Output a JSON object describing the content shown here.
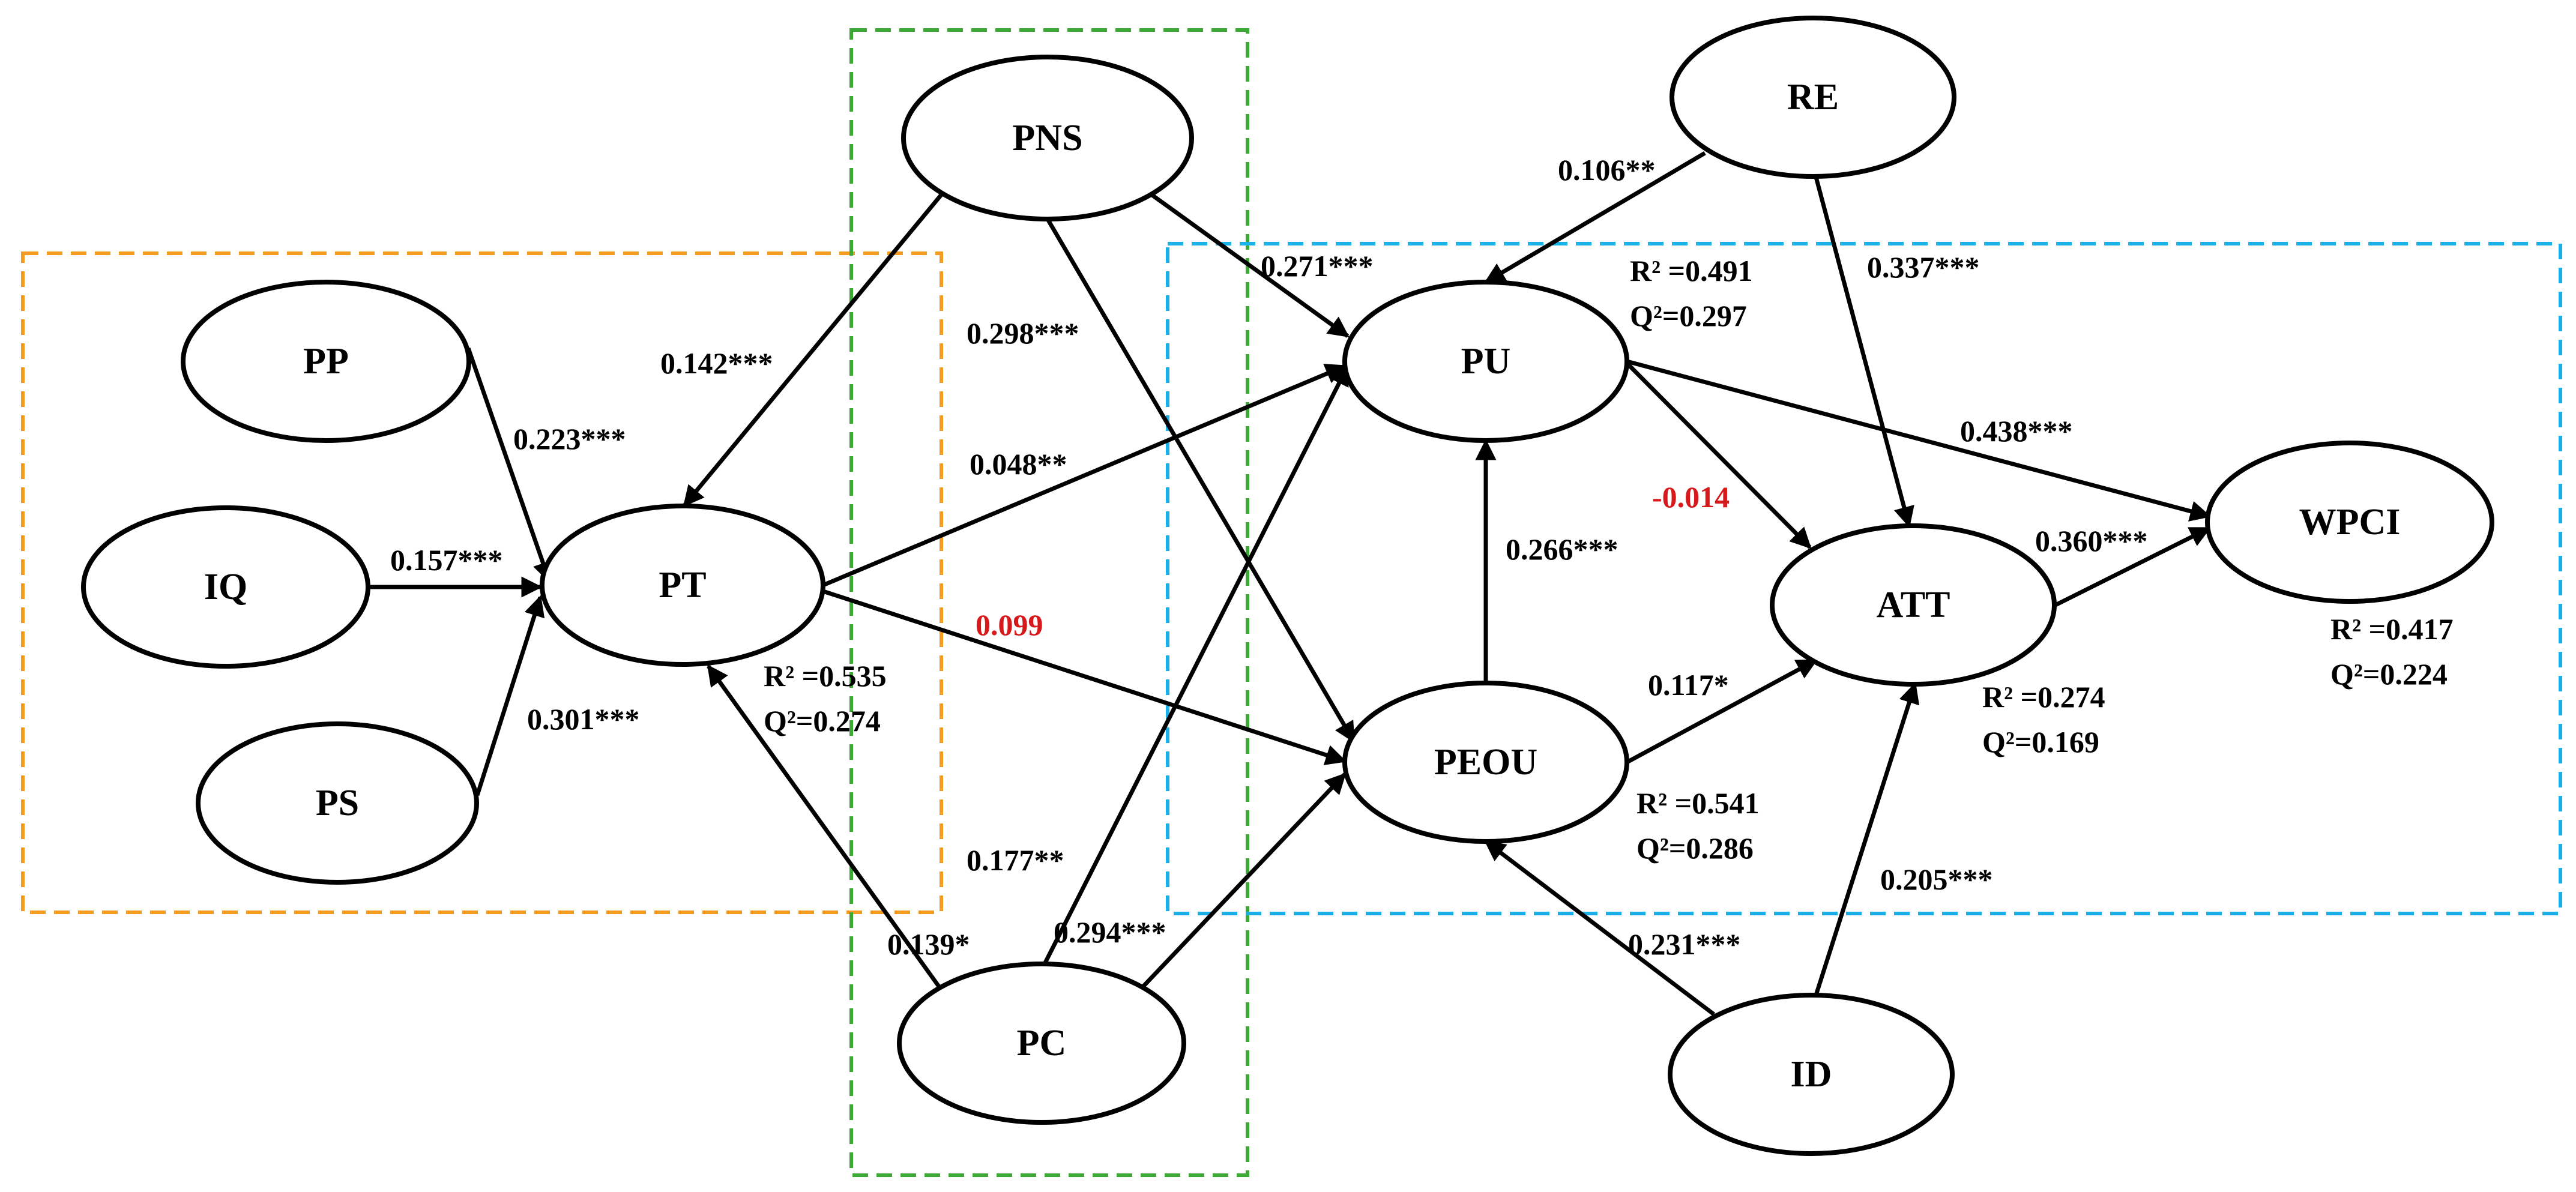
{
  "colors": {
    "orange_group": "#f39c1f",
    "green_group": "#3aaa35",
    "blue_group": "#1ab0e6",
    "insignificant_path": "#d7191c",
    "line": "#000000"
  },
  "nodes": {
    "PNS": "PNS",
    "RE": "RE",
    "PP": "PP",
    "IQ": "IQ",
    "PT": "PT",
    "PS": "PS",
    "PU": "PU",
    "PEOU": "PEOU",
    "ATT": "ATT",
    "WPCI": "WPCI",
    "PC": "PC",
    "ID": "ID"
  },
  "edges": [
    {
      "id": "pp-pt",
      "from": "PP",
      "to": "PT",
      "label": "0.223***"
    },
    {
      "id": "iq-pt",
      "from": "IQ",
      "to": "PT",
      "label": "0.157***"
    },
    {
      "id": "ps-pt",
      "from": "PS",
      "to": "PT",
      "label": "0.301***"
    },
    {
      "id": "pns-pt",
      "from": "PNS",
      "to": "PT",
      "label": "0.142***"
    },
    {
      "id": "pns-pu",
      "from": "PNS",
      "to": "PU",
      "label": "0.271***"
    },
    {
      "id": "pns-peou",
      "from": "PNS",
      "to": "PEOU",
      "label": "0.298***"
    },
    {
      "id": "pt-pu",
      "from": "PT",
      "to": "PU",
      "label": "0.048**"
    },
    {
      "id": "pt-peou",
      "from": "PT",
      "to": "PEOU",
      "label": "0.099",
      "significant": false
    },
    {
      "id": "pc-pt",
      "from": "PC",
      "to": "PT",
      "label": "0.139*"
    },
    {
      "id": "pc-pu",
      "from": "PC",
      "to": "PU",
      "label": "0.177**"
    },
    {
      "id": "pc-peou",
      "from": "PC",
      "to": "PEOU",
      "label": "0.294***"
    },
    {
      "id": "re-pu",
      "from": "RE",
      "to": "PU",
      "label": "0.106**"
    },
    {
      "id": "re-att",
      "from": "RE",
      "to": "ATT",
      "label": "0.337***"
    },
    {
      "id": "peou-pu",
      "from": "PEOU",
      "to": "PU",
      "label": "0.266***"
    },
    {
      "id": "pu-att",
      "from": "PU",
      "to": "ATT",
      "label": "-0.014",
      "significant": false
    },
    {
      "id": "pu-wpci",
      "from": "PU",
      "to": "WPCI",
      "label": "0.438***"
    },
    {
      "id": "peou-att",
      "from": "PEOU",
      "to": "ATT",
      "label": "0.117*"
    },
    {
      "id": "att-wpci",
      "from": "ATT",
      "to": "WPCI",
      "label": "0.360***"
    },
    {
      "id": "id-peou",
      "from": "ID",
      "to": "PEOU",
      "label": "0.231***"
    },
    {
      "id": "id-att",
      "from": "ID",
      "to": "ATT",
      "label": "0.205***"
    }
  ],
  "stats": {
    "PT": {
      "r2": "R² =0.535",
      "q2": "Q²=0.274"
    },
    "PU": {
      "r2": "R² =0.491",
      "q2": "Q²=0.297"
    },
    "PEOU": {
      "r2": "R² =0.541",
      "q2": "Q²=0.286"
    },
    "ATT": {
      "r2": "R² =0.274",
      "q2": "Q²=0.169"
    },
    "WPCI": {
      "r2": "R² =0.417",
      "q2": "Q²=0.224"
    }
  }
}
